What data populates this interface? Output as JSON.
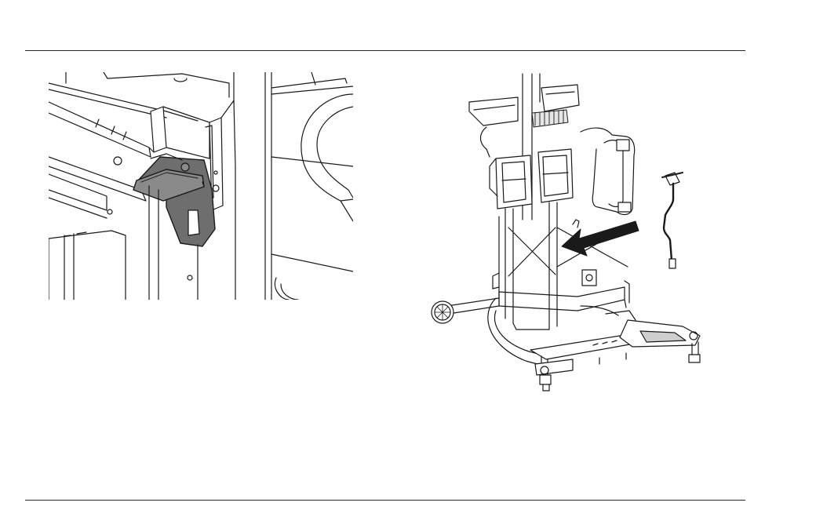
{
  "page": {
    "header_rule": true,
    "footer_rule": true
  },
  "figures": [
    {
      "id": "detail",
      "content": "illustration",
      "icons": [
        "pedal-icon",
        "bracket-icon"
      ]
    },
    {
      "id": "overview",
      "content": "illustration",
      "icons": [
        "lift-frame-icon",
        "arrow-icon",
        "crank-handle-icon"
      ]
    }
  ],
  "colors": {
    "line": "#1a1a1a",
    "fill_light": "#ffffff",
    "pedal_dark": "#6e6e6e",
    "pedal_mid": "#8a8a8a",
    "shade": "#d9d9d9"
  }
}
